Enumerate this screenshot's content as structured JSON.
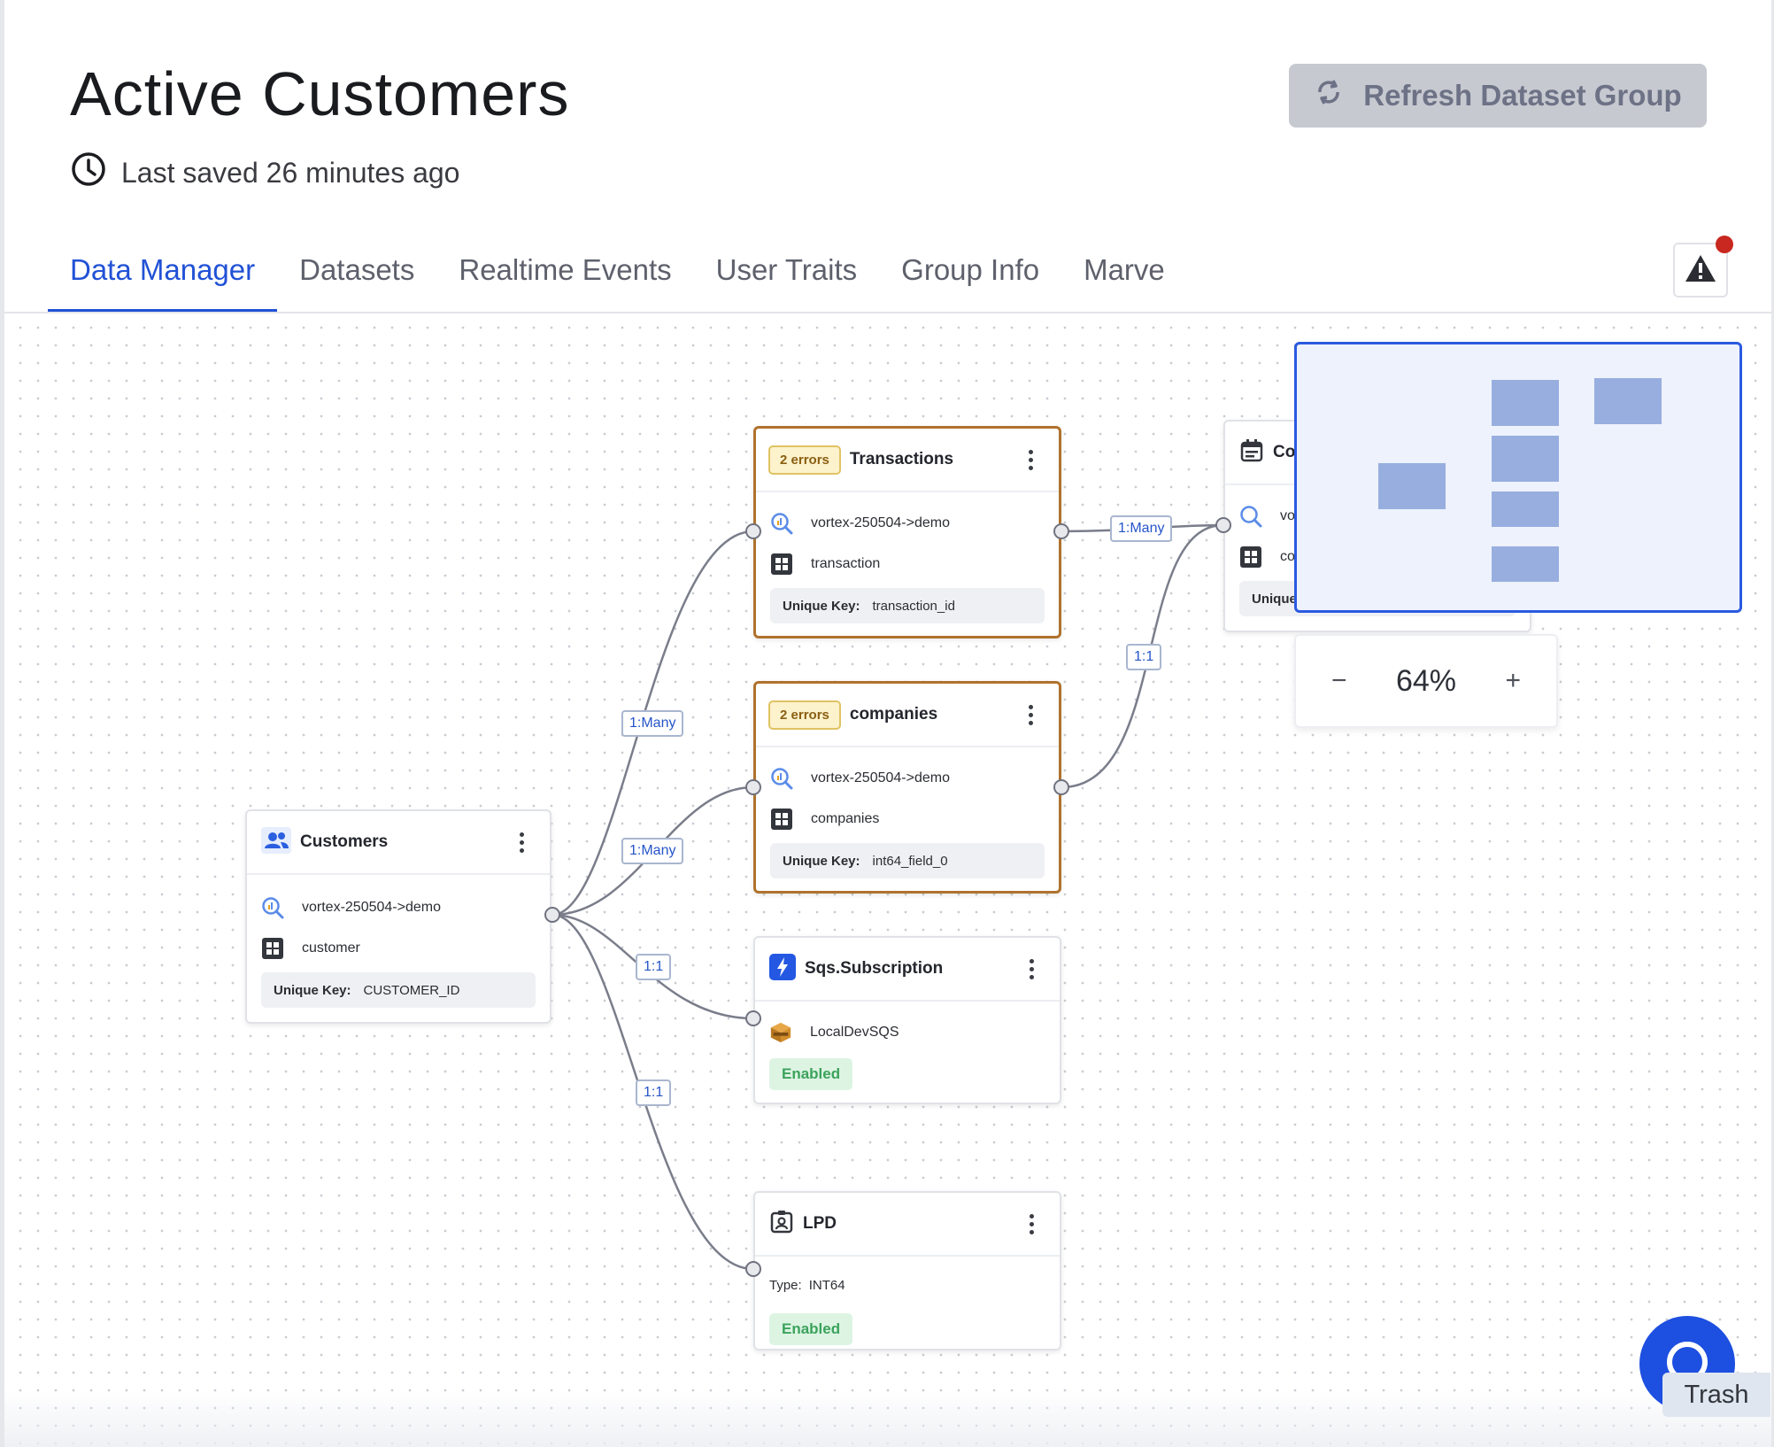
{
  "header": {
    "title": "Active Customers",
    "saved": "Last saved 26 minutes ago",
    "refresh_label": "Refresh Dataset Group"
  },
  "tabs": [
    {
      "label": "Data Manager",
      "active": true
    },
    {
      "label": "Datasets"
    },
    {
      "label": "Realtime Events"
    },
    {
      "label": "User Traits"
    },
    {
      "label": "Group Info"
    },
    {
      "label": "Marve"
    }
  ],
  "nodes": {
    "customers": {
      "title": "Customers",
      "source": "vortex-250504->demo",
      "table": "customer",
      "unique_key_label": "Unique Key:",
      "unique_key": "CUSTOMER_ID"
    },
    "transactions": {
      "errors": "2 errors",
      "title": "Transactions",
      "source": "vortex-250504->demo",
      "table": "transaction",
      "unique_key_label": "Unique Key:",
      "unique_key": "transaction_id"
    },
    "companies": {
      "errors": "2 errors",
      "title": "companies",
      "source": "vortex-250504->demo",
      "table": "companies",
      "unique_key_label": "Unique Key:",
      "unique_key": "int64_field_0"
    },
    "sqs": {
      "title": "Sqs.Subscription",
      "queue": "LocalDevSQS",
      "status": "Enabled"
    },
    "lpd": {
      "title": "LPD",
      "type_label": "Type:",
      "type_value": "INT64",
      "status": "Enabled"
    },
    "partial": {
      "title": "Co",
      "source": "vo",
      "table": "co",
      "unique_key_label": "Unique"
    }
  },
  "edges": {
    "cust_trans": "1:Many",
    "cust_comp": "1:Many",
    "cust_sqs": "1:1",
    "cust_lpd": "1:1",
    "trans_right": "1:Many",
    "comp_right": "1:1"
  },
  "zoom": {
    "minus": "−",
    "value": "64%",
    "plus": "+"
  },
  "tooltip": "Trash",
  "colors": {
    "accent": "#2151d6",
    "error_border": "#b0722e",
    "enabled_bg": "#ddf4e3",
    "minimap_border": "#2b5ae0"
  }
}
